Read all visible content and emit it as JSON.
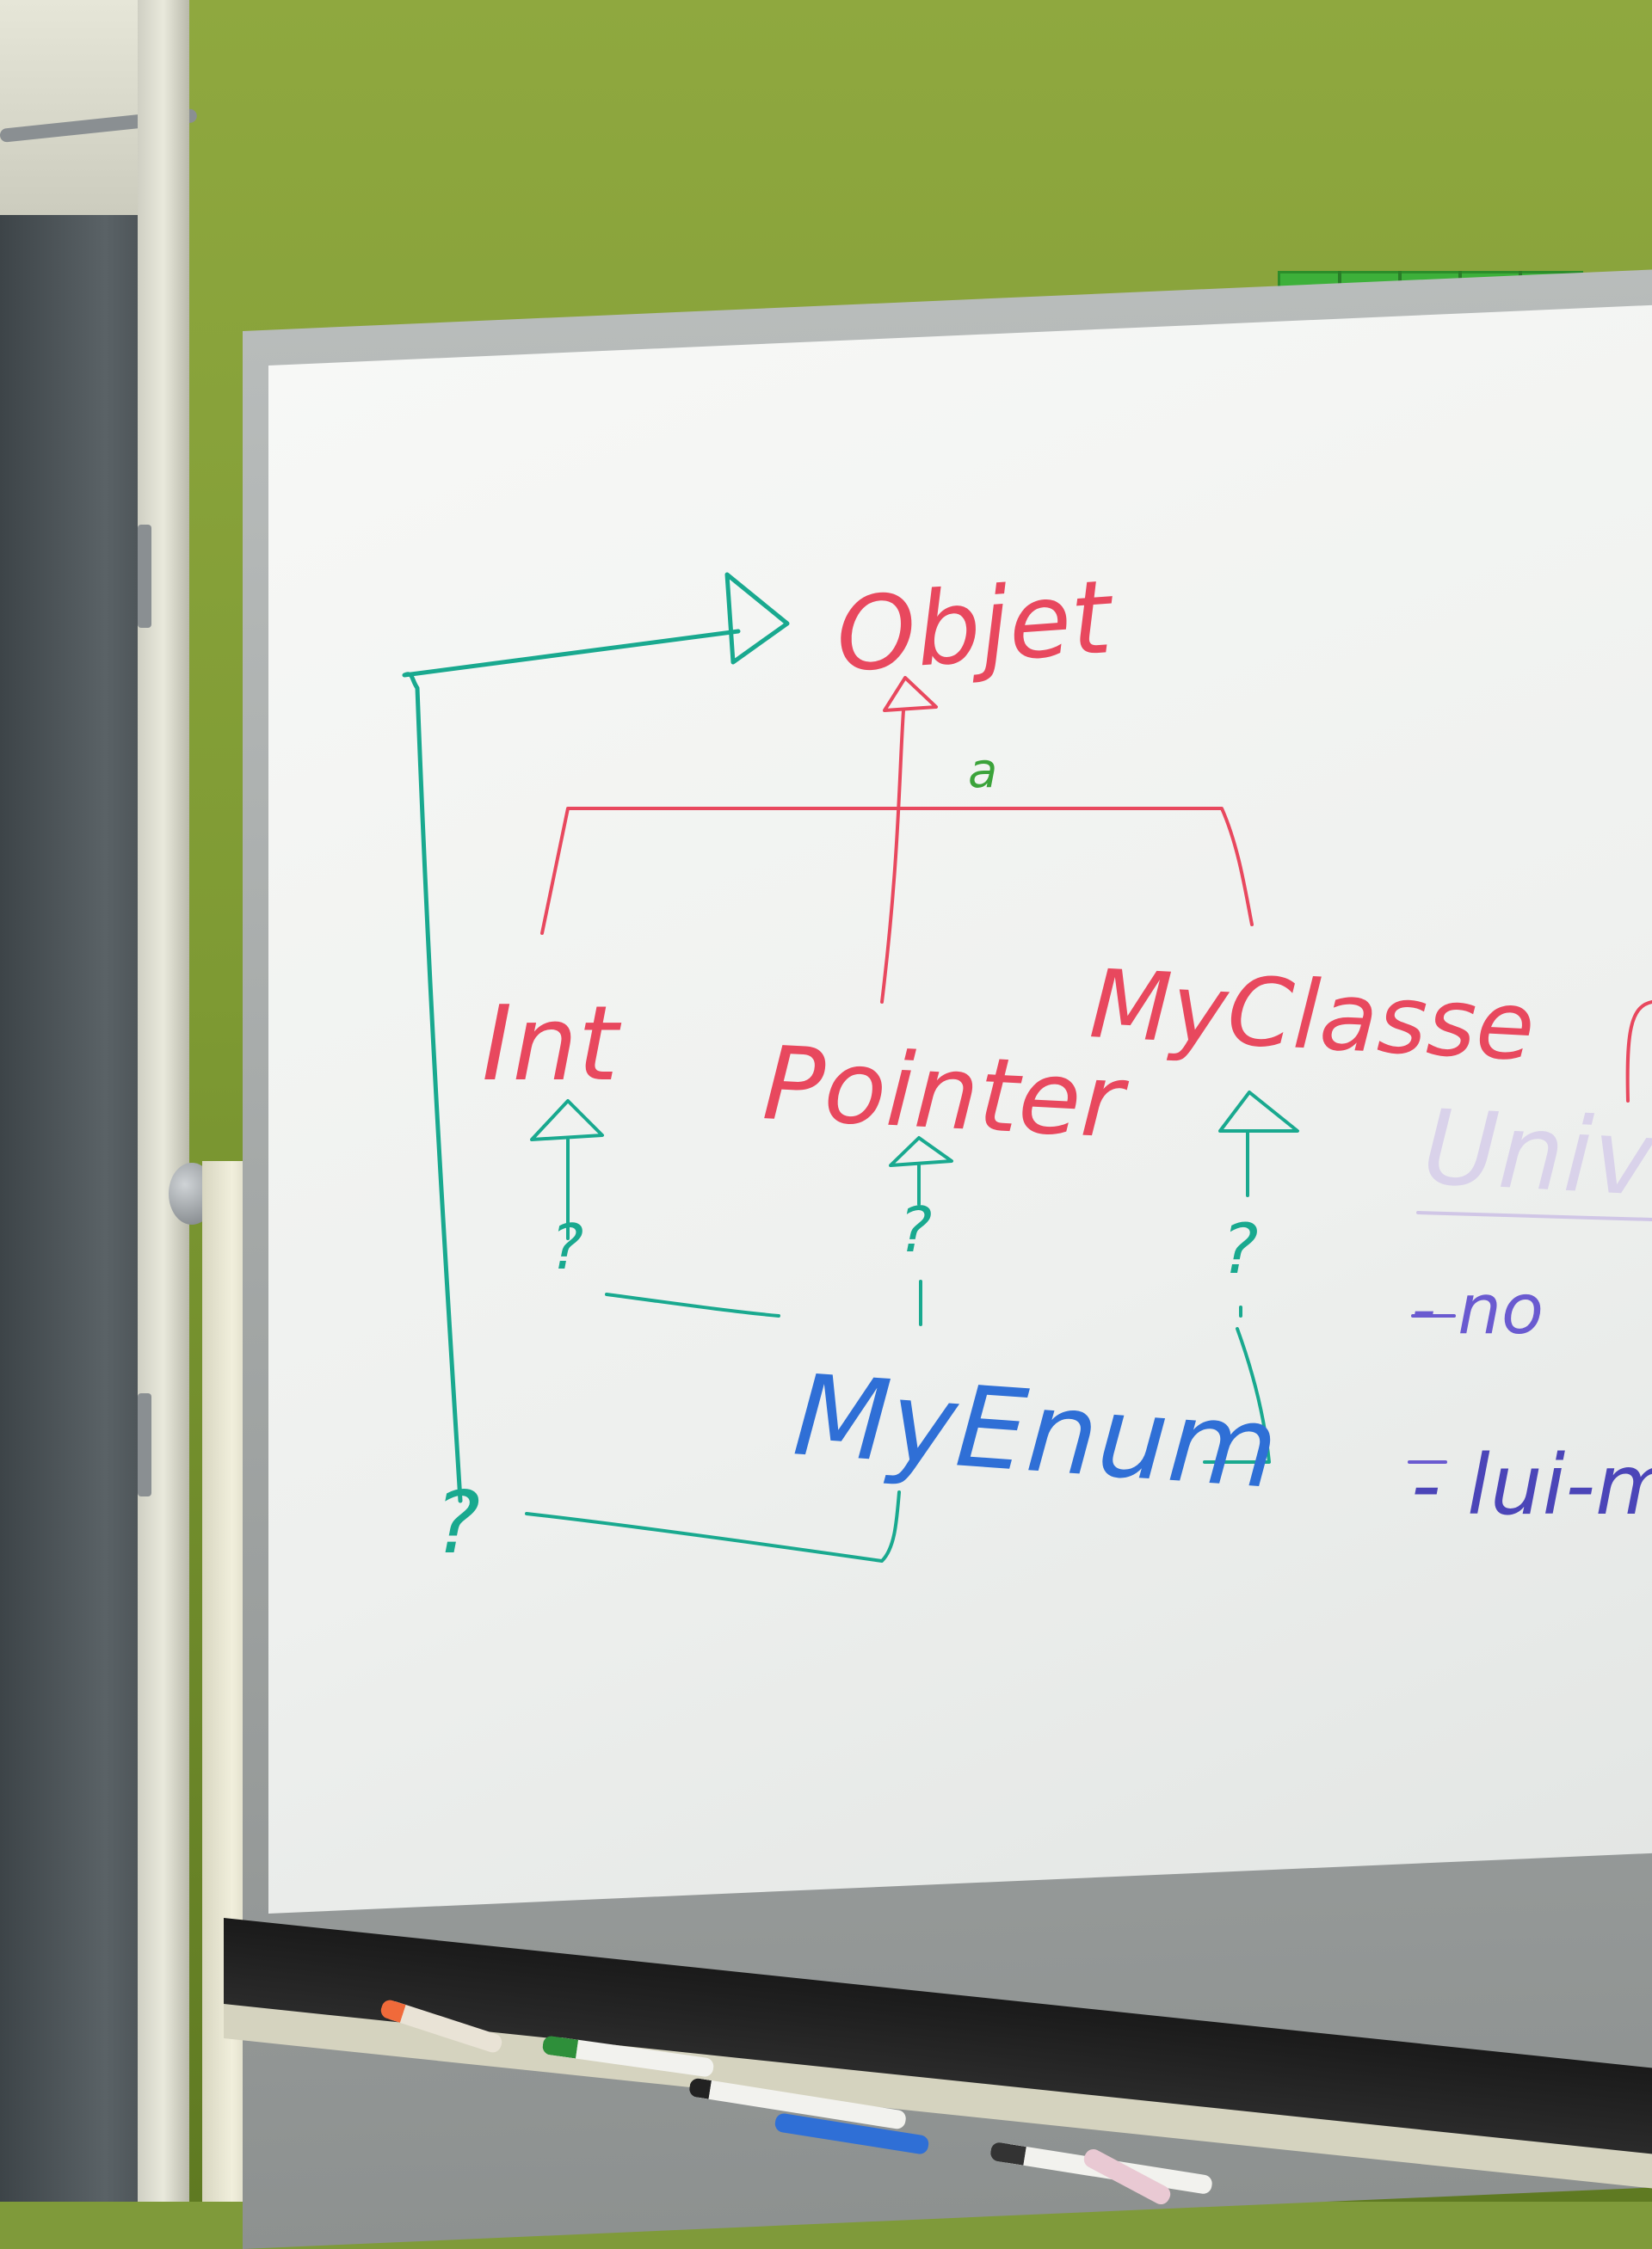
{
  "whiteboard": {
    "root_label": "Objet",
    "classes": [
      {
        "label": "Int"
      },
      {
        "label": "Pointer"
      },
      {
        "label": "MyClasse"
      }
    ],
    "enum_label": "MyEnum",
    "question_marks": [
      "?",
      "?",
      "?",
      "?"
    ],
    "small_mark": "a",
    "right_side_text": [
      "Univ",
      "- no",
      "- lui-m"
    ]
  },
  "colors": {
    "red_marker": "#e8485e",
    "teal_marker": "#19a98f",
    "blue_marker": "#2f6fd6",
    "purple_marker": "#5a4fc4",
    "green_marker": "#3ba33a",
    "wall": "#8fa83f",
    "board": "#f7f8f6"
  }
}
